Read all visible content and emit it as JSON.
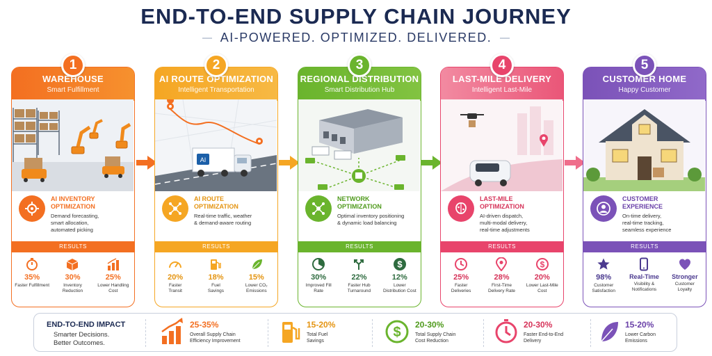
{
  "header": {
    "title": "END-TO-END SUPPLY CHAIN JOURNEY",
    "subtitle": "AI-POWERED. OPTIMIZED. DELIVERED."
  },
  "colors": {
    "orange": "#f36f21",
    "yellow": "#f5a623",
    "green": "#6ab42d",
    "pink": "#e8446b",
    "purple": "#7b52b8",
    "navy": "#1b2a52"
  },
  "stages": [
    {
      "number": "1",
      "title": "WAREHOUSE",
      "subtitle": "Smart Fulfillment",
      "opt_title_1": "AI INVENTORY",
      "opt_title_2": "OPTIMIZATION",
      "opt_desc_1": "Demand forecasting,",
      "opt_desc_2": "smart allocation,",
      "opt_desc_3": "automated picking",
      "results_label": "RESULTS",
      "results": [
        {
          "value": "35%",
          "label_1": "Faster Fulfillment",
          "label_2": "",
          "icon": "stopwatch-icon"
        },
        {
          "value": "30%",
          "label_1": "Inventory",
          "label_2": "Reduction",
          "icon": "box-icon"
        },
        {
          "value": "25%",
          "label_1": "Lower Handling",
          "label_2": "Cost",
          "icon": "bar-chart-icon"
        }
      ]
    },
    {
      "number": "2",
      "title": "AI ROUTE OPTIMIZATION",
      "subtitle": "Intelligent Transportation",
      "opt_title_1": "AI ROUTE",
      "opt_title_2": "OPTIMIZATION",
      "opt_desc_1": "Real-time traffic, weather",
      "opt_desc_2": "& demand-aware routing",
      "opt_desc_3": "",
      "truck_label": "AI",
      "results_label": "RESULTS",
      "results": [
        {
          "value": "20%",
          "label_1": "Faster",
          "label_2": "Transit",
          "icon": "speedometer-icon"
        },
        {
          "value": "18%",
          "label_1": "Fuel",
          "label_2": "Savings",
          "icon": "fuel-pump-icon"
        },
        {
          "value": "15%",
          "label_1": "Lower CO₂",
          "label_2": "Emissions",
          "icon": "leaf-icon"
        }
      ]
    },
    {
      "number": "3",
      "title": "REGIONAL DISTRIBUTION",
      "subtitle": "Smart Distribution Hub",
      "opt_title_1": "NETWORK",
      "opt_title_2": "OPTIMIZATION",
      "opt_desc_1": "Optimal inventory positioning",
      "opt_desc_2": "& dynamic load balancing",
      "opt_desc_3": "",
      "results_label": "RESULTS",
      "results": [
        {
          "value": "30%",
          "label_1": "Improved Fill",
          "label_2": "Rate",
          "icon": "pie-icon"
        },
        {
          "value": "22%",
          "label_1": "Faster Hub",
          "label_2": "Turnaround",
          "icon": "split-arrows-icon"
        },
        {
          "value": "12%",
          "label_1": "Lower",
          "label_2": "Distribution Cost",
          "icon": "dollar-icon"
        }
      ]
    },
    {
      "number": "4",
      "title": "LAST-MILE DELIVERY",
      "subtitle": "Intelligent Last-Mile",
      "opt_title_1": "LAST-MILE",
      "opt_title_2": "OPTIMIZATION",
      "opt_desc_1": "AI-driven dispatch,",
      "opt_desc_2": "multi-modal delivery,",
      "opt_desc_3": "real-time adjustments",
      "results_label": "RESULTS",
      "results": [
        {
          "value": "25%",
          "label_1": "Faster",
          "label_2": "Deliveries",
          "icon": "clock-icon"
        },
        {
          "value": "28%",
          "label_1": "First-Time",
          "label_2": "Delivery Rate",
          "icon": "location-pin-icon"
        },
        {
          "value": "20%",
          "label_1": "Lower Last-Mile",
          "label_2": "Cost",
          "icon": "dollar-icon"
        }
      ]
    },
    {
      "number": "5",
      "title": "CUSTOMER HOME",
      "subtitle": "Happy Customer",
      "opt_title_1": "CUSTOMER",
      "opt_title_2": "EXPERIENCE",
      "opt_desc_1": "On-time delivery,",
      "opt_desc_2": "real-time tracking,",
      "opt_desc_3": "seamless experience",
      "results_label": "RESULTS",
      "results": [
        {
          "value": "98%",
          "label_1": "Customer",
          "label_2": "Satisfaction",
          "icon": "star-icon"
        },
        {
          "value": "Real-Time",
          "label_1": "Visibility &",
          "label_2": "Notifications",
          "icon": "phone-icon"
        },
        {
          "value": "Stronger",
          "label_1": "Customer",
          "label_2": "Loyalty",
          "icon": "heart-icon"
        }
      ]
    }
  ],
  "impact": {
    "title": "END-TO-END IMPACT",
    "sub_1": "Smarter Decisions.",
    "sub_2": "Better Outcomes.",
    "items": [
      {
        "value": "25-35%",
        "label_1": "Overall Supply Chain",
        "label_2": "Efficiency Improvement",
        "icon": "bar-chart-up-icon"
      },
      {
        "value": "15-20%",
        "label_1": "Total Fuel",
        "label_2": "Savings",
        "icon": "fuel-pump-icon"
      },
      {
        "value": "20-30%",
        "label_1": "Total Supply Chain",
        "label_2": "Cost Reduction",
        "icon": "dollar-circle-icon"
      },
      {
        "value": "20-30%",
        "label_1": "Faster End-to-End",
        "label_2": "Delivery",
        "icon": "clock-icon"
      },
      {
        "value": "15-20%",
        "label_1": "Lower Carbon",
        "label_2": "Emissions",
        "icon": "leaf-icon"
      }
    ]
  }
}
